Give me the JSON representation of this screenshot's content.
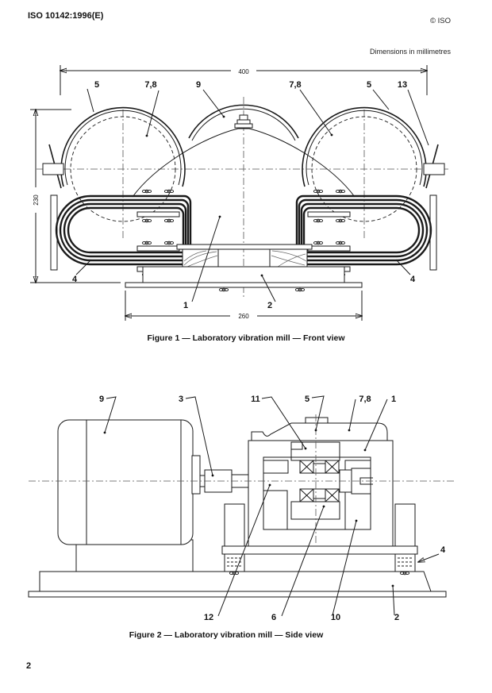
{
  "header": {
    "doc_number": "ISO 10142:1996(E)",
    "issuer_mark": "© ISO"
  },
  "dimension_note": "Dimensions in millimetres",
  "figure1": {
    "caption": "Figure 1 — Laboratory vibration mill — Front view",
    "dims": {
      "overall_width": "400",
      "overall_height": "230",
      "base_width": "260"
    },
    "callouts": {
      "c5_left": "5",
      "c78_left": "7,8",
      "c9": "9",
      "c78_right": "7,8",
      "c5_right": "5",
      "c13": "13",
      "c4_left": "4",
      "c4_right": "4",
      "c1": "1",
      "c2": "2"
    }
  },
  "figure2": {
    "caption": "Figure 2 — Laboratory vibration mill — Side view",
    "callouts": {
      "c9": "9",
      "c3": "3",
      "c11": "11",
      "c5": "5",
      "c78": "7,8",
      "c1": "1",
      "c4": "4",
      "c12": "12",
      "c6": "6",
      "c10": "10",
      "c2": "2"
    }
  },
  "page": {
    "number": "2"
  },
  "colors": {
    "ink": "#1a1a1a",
    "paper": "#ffffff"
  }
}
